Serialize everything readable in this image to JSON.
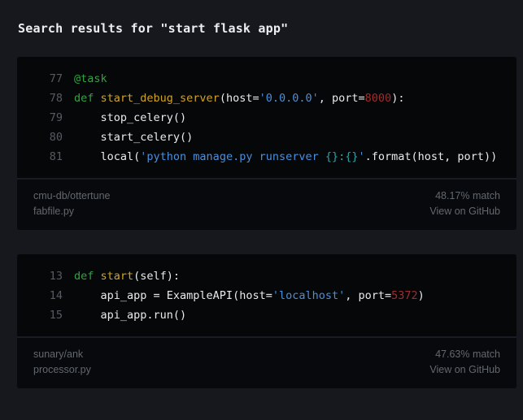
{
  "page": {
    "title": "Search results for \"start flask app\""
  },
  "colors": {
    "bg-page": "#16181d",
    "bg-card": "#060709",
    "bg-footer": "#08090c",
    "divider": "#191c22",
    "title": "#eceef1",
    "plain": "#e8eaed",
    "linenum": "#565b63",
    "keyword": "#33a342",
    "func": "#d0a325",
    "string": "#4a8fdb",
    "strspecial": "#2fa0a6",
    "number": "#a02c2c",
    "meta-text": "#62686f"
  },
  "results": [
    {
      "repo": "cmu-db/ottertune",
      "file": "fabfile.py",
      "match": "48.17% match",
      "link_label": "View on GitHub",
      "lines": [
        {
          "num": "77",
          "tokens": [
            {
              "c": "k",
              "t": "@task"
            }
          ]
        },
        {
          "num": "78",
          "tokens": [
            {
              "c": "k",
              "t": "def "
            },
            {
              "c": "f",
              "t": "start_debug_server"
            },
            {
              "c": "p",
              "t": "(host="
            },
            {
              "c": "s",
              "t": "'0.0.0.0'"
            },
            {
              "c": "p",
              "t": ", port="
            },
            {
              "c": "n",
              "t": "8000"
            },
            {
              "c": "p",
              "t": "):"
            }
          ]
        },
        {
          "num": "79",
          "tokens": [
            {
              "c": "p",
              "t": "    stop_celery()"
            }
          ]
        },
        {
          "num": "80",
          "tokens": [
            {
              "c": "p",
              "t": "    start_celery()"
            }
          ]
        },
        {
          "num": "81",
          "tokens": [
            {
              "c": "p",
              "t": "    local("
            },
            {
              "c": "s",
              "t": "'python manage.py runserver "
            },
            {
              "c": "t",
              "t": "{}:{}"
            },
            {
              "c": "s",
              "t": "'"
            },
            {
              "c": "p",
              "t": ".format(host, port))"
            }
          ]
        }
      ]
    },
    {
      "repo": "sunary/ank",
      "file": "processor.py",
      "match": "47.63% match",
      "link_label": "View on GitHub",
      "lines": [
        {
          "num": "13",
          "tokens": [
            {
              "c": "k",
              "t": "def "
            },
            {
              "c": "f",
              "t": "start"
            },
            {
              "c": "p",
              "t": "(self):"
            }
          ]
        },
        {
          "num": "14",
          "tokens": [
            {
              "c": "p",
              "t": "    api_app = ExampleAPI(host="
            },
            {
              "c": "s",
              "t": "'localhost'"
            },
            {
              "c": "p",
              "t": ", port="
            },
            {
              "c": "n",
              "t": "5372"
            },
            {
              "c": "p",
              "t": ")"
            }
          ]
        },
        {
          "num": "15",
          "tokens": [
            {
              "c": "p",
              "t": "    api_app.run()"
            }
          ]
        }
      ]
    }
  ]
}
